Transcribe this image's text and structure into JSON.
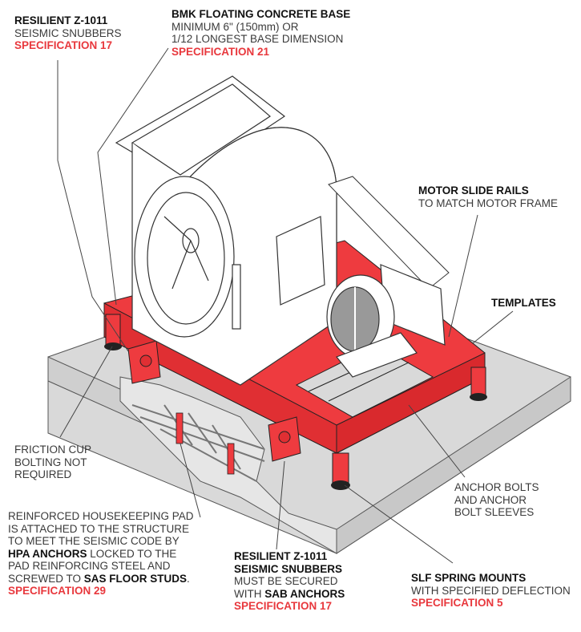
{
  "colors": {
    "accent_red": "#e8383d",
    "frame_red": "#ee3b3f",
    "concrete": "#d9d9d9",
    "line": "#444444"
  },
  "callouts": {
    "snubbers_top": {
      "title": "RESILIENT Z-1011",
      "line2": "SEISMIC SNUBBERS",
      "spec": "SPECIFICATION 17"
    },
    "floating_base": {
      "title": "BMK FLOATING CONCRETE BASE",
      "line2": "MINIMUM 6\" (150mm) OR",
      "line3": "1/12 LONGEST BASE DIMENSION",
      "spec": "SPECIFICATION 21"
    },
    "motor_rails": {
      "title": "MOTOR SLIDE RAILS",
      "line2": "TO MATCH MOTOR FRAME"
    },
    "templates": {
      "title": "TEMPLATES"
    },
    "friction_cup": {
      "line1": "FRICTION CUP",
      "line2": "BOLTING NOT",
      "line3": "REQUIRED"
    },
    "housekeeping_pad": {
      "line1": "REINFORCED HOUSEKEEPING PAD",
      "line2": "IS ATTACHED TO THE STRUCTURE",
      "line3": "TO MEET THE SEISMIC CODE BY",
      "line4_bold": "HPA ANCHORS",
      "line4_rest": " LOCKED TO THE",
      "line5": "PAD REINFORCING STEEL AND",
      "line6_pre": "SCREWED TO ",
      "line6_bold": "SAS FLOOR STUDS",
      "line6_post": ".",
      "spec": "SPECIFICATION 29"
    },
    "snubbers_bottom": {
      "title1": "RESILIENT Z-1011",
      "title2": "SEISMIC SNUBBERS",
      "line3": "MUST BE SECURED",
      "line4_pre": "WITH ",
      "line4_bold": "SAB ANCHORS",
      "spec": "SPECIFICATION 17"
    },
    "anchor_bolts": {
      "line1": "ANCHOR BOLTS",
      "line2": "AND ANCHOR",
      "line3": "BOLT SLEEVES"
    },
    "spring_mounts": {
      "title": "SLF SPRING MOUNTS",
      "line2": "WITH SPECIFIED DEFLECTION",
      "spec": "SPECIFICATION 5"
    }
  }
}
